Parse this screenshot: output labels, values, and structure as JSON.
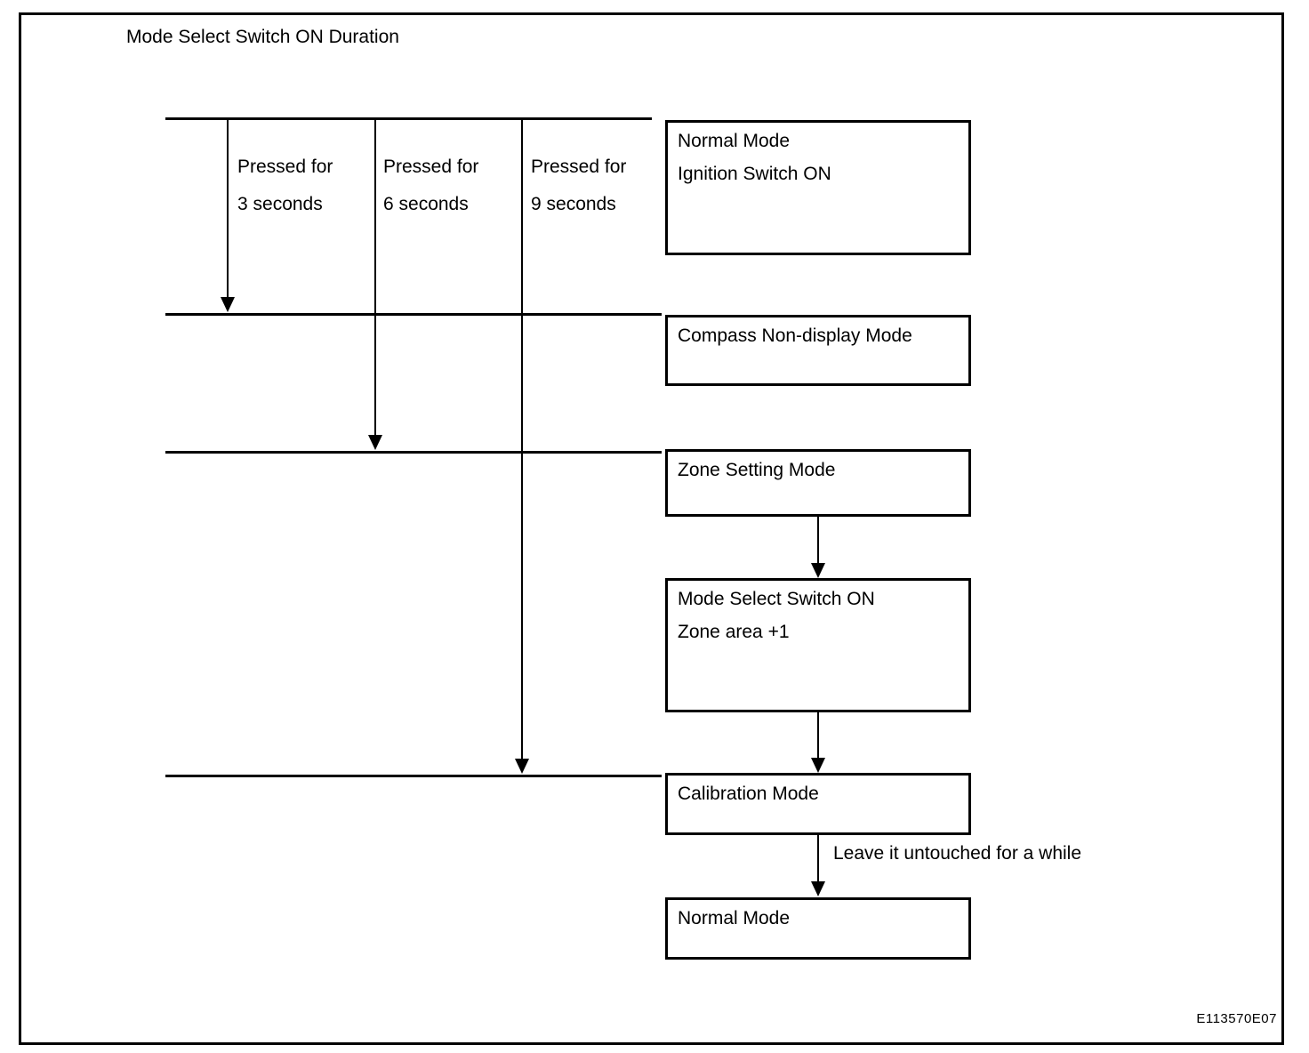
{
  "diagram": {
    "title": "Mode Select Switch ON Duration",
    "press_labels": [
      {
        "line1": "Pressed for",
        "line2": "3 seconds"
      },
      {
        "line1": "Pressed for",
        "line2": "6 seconds"
      },
      {
        "line1": "Pressed for",
        "line2": "9 seconds"
      }
    ],
    "boxes": [
      {
        "id": "normal-mode",
        "lines": [
          "Normal Mode",
          "Ignition Switch ON"
        ]
      },
      {
        "id": "compass-non-display",
        "lines": [
          "Compass Non-display Mode"
        ]
      },
      {
        "id": "zone-setting",
        "lines": [
          "Zone Setting Mode"
        ]
      },
      {
        "id": "mode-select-switch-on",
        "lines": [
          "Mode Select Switch ON",
          "Zone area +1"
        ]
      },
      {
        "id": "calibration",
        "lines": [
          "Calibration Mode"
        ]
      },
      {
        "id": "normal-mode-end",
        "lines": [
          "Normal Mode"
        ]
      }
    ],
    "arrow_note": "Leave it untouched for a while",
    "figure_code": "E113570E07",
    "colors": {
      "line": "#000000",
      "background": "#ffffff",
      "text": "#000000"
    }
  }
}
